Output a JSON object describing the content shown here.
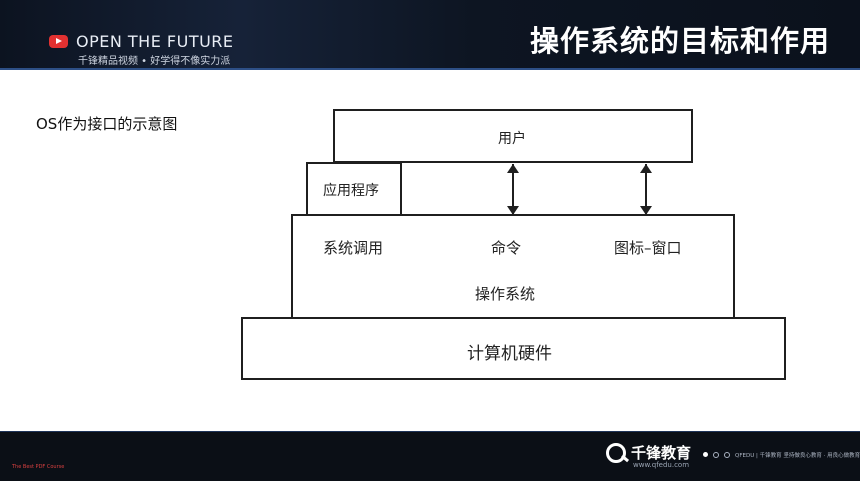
{
  "header": {
    "brand_title": "OPEN THE FUTURE",
    "brand_subtitle": "千锋精品视频 • 好学得不像实力派",
    "slide_title": "操作系统的目标和作用"
  },
  "diagram": {
    "side_label": "OS作为接口的示意图",
    "user_box": "用户",
    "app_box": "应用程序",
    "os_items": [
      "系统调用",
      "命令",
      "图标–窗口"
    ],
    "os_label": "操作系统",
    "hardware_label": "计算机硬件"
  },
  "footer": {
    "tiny_text": "The Best PDF Course",
    "logo_text": "千锋教育",
    "logo_url": "www.qfedu.com",
    "slogan": "QFEDU | 千锋教育 坚持做良心教育 · 用良心做教育"
  },
  "colors": {
    "header_bg": "#0c1320",
    "accent_red": "#e23131",
    "line_color": "#1f1f1f"
  }
}
